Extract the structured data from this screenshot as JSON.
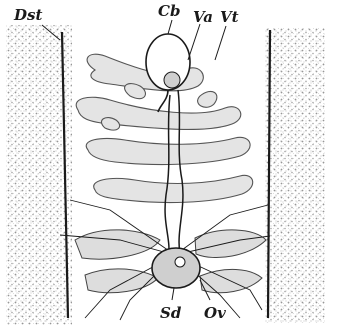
{
  "labels": {
    "dst": "Dst",
    "cb": "Cb",
    "va": "Va",
    "vt": "Vt",
    "sd": "Sd",
    "ov": "Ov"
  },
  "colors": {
    "ink": "#1a1a1a",
    "stipple": "#9a9a9a",
    "background": "#ffffff"
  }
}
